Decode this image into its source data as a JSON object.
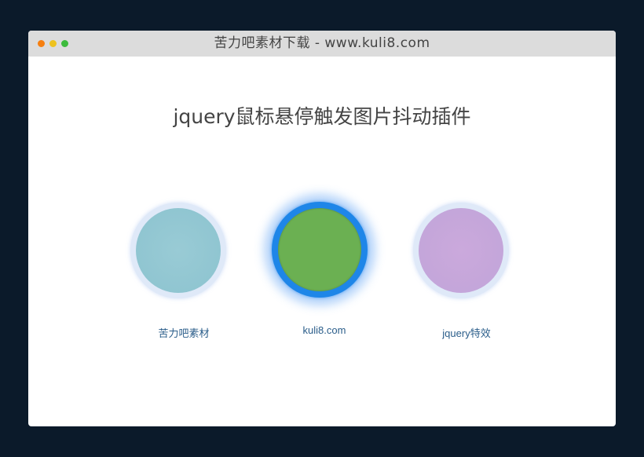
{
  "window": {
    "title": "苦力吧素材下载 - www.kuli8.com",
    "controls": {
      "close_color": "#f67f10",
      "minimize_color": "#eec21e",
      "maximize_color": "#3cbb3c"
    }
  },
  "page": {
    "heading": "jquery鼠标悬停触发图片抖动插件",
    "items": [
      {
        "caption": "苦力吧素材",
        "color": "#94c8d4",
        "state": "normal"
      },
      {
        "caption": "kuli8.com",
        "color": "#6bb052",
        "state": "hover"
      },
      {
        "caption": "jquery特效",
        "color": "#c4a6dc",
        "state": "normal"
      }
    ]
  }
}
